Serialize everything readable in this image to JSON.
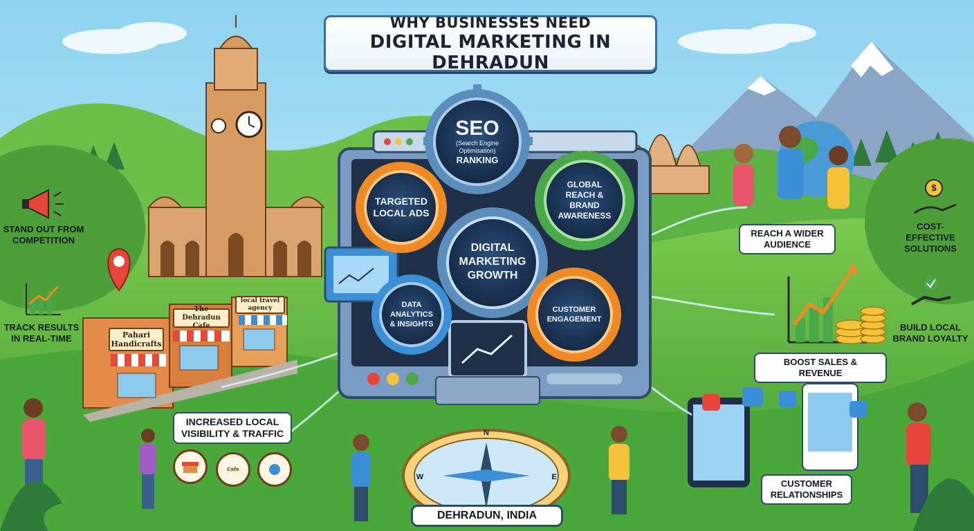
{
  "banner": {
    "line1": "WHY BUSINESSES NEED",
    "line2": "DIGITAL MARKETING IN DEHRADUN"
  },
  "gears": {
    "seo": {
      "title": "SEO",
      "sub": "(Search Engine Optimisation)",
      "tail": "RANKING"
    },
    "local_ads": {
      "line1": "TARGETED",
      "line2": "LOCAL ADS"
    },
    "global": {
      "line1": "GLOBAL",
      "line2": "REACH &",
      "line3": "BRAND",
      "line4": "AWARENESS"
    },
    "growth": {
      "line1": "DIGITAL",
      "line2": "MARKETING",
      "line3": "GROWTH"
    },
    "data": {
      "line1": "DATA",
      "line2": "ANALYTICS",
      "line3": "& INSIGHTS"
    },
    "engagement": {
      "line1": "CUSTOMER",
      "line2": "ENGAGEMENT"
    }
  },
  "left_labels": {
    "stand_out": "STAND OUT FROM COMPETITION",
    "track": "TRACK RESULTS IN REAL-TIME",
    "visibility": "INCREASED LOCAL VISIBILITY & TRAFFIC"
  },
  "right_labels": {
    "wider": "REACH A WIDER AUDIENCE",
    "cost": "COST-EFFECTIVE SOLUTIONS",
    "loyalty": "BUILD LOCAL BRAND LOYALTY",
    "sales": "BOOST SALES & REVENUE",
    "relationships": "CUSTOMER RELATIONSHIPS"
  },
  "shops": {
    "handicrafts": "Pahari Handicrafts",
    "cafe": "The Dehradun Cafe",
    "travel": "local travel agency"
  },
  "badges": {
    "b2": "Cafe"
  },
  "compass": {
    "n": "N",
    "e": "E",
    "w": "W"
  },
  "location": "DEHRADUN, INDIA",
  "icons": {
    "dollar": "$"
  },
  "colors": {
    "sky": "#a8dcf2",
    "grass": "#5fb23e",
    "monitor": "#1e2f47",
    "gear_blue": "#2f7fc1",
    "gear_green": "#4aa84a",
    "gear_orange": "#f08a24",
    "accent_border": "#2d4b6a"
  }
}
